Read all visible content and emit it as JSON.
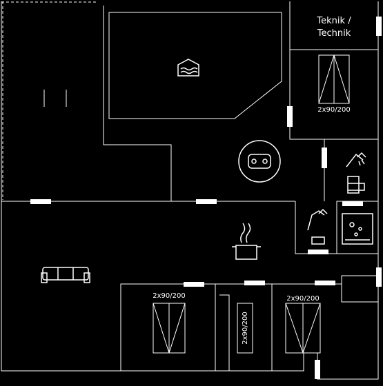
{
  "rooms": {
    "technik": {
      "line1": "Teknik /",
      "line2": "Technik"
    },
    "bedroom_top_right": {
      "bed_label": "2x90/200"
    },
    "bedroom_bottom_left": {
      "bed_label": "2x90/200"
    },
    "bedroom_bottom_middle": {
      "bed_label": "2x90/200"
    },
    "bedroom_bottom_right": {
      "bed_label": "2x90/200"
    }
  },
  "icons": {
    "pool": "pool-icon",
    "whirlpool": "whirlpool-icon",
    "shower_top": "shower-icon",
    "toilet": "toilet-icon",
    "shower_bottom": "shower-icon",
    "sauna": "sauna-icon",
    "kitchen": "cooking-pot-icon",
    "sofa": "sofa-icon"
  },
  "colors": {
    "background": "#000000",
    "lines": "#ffffff"
  }
}
